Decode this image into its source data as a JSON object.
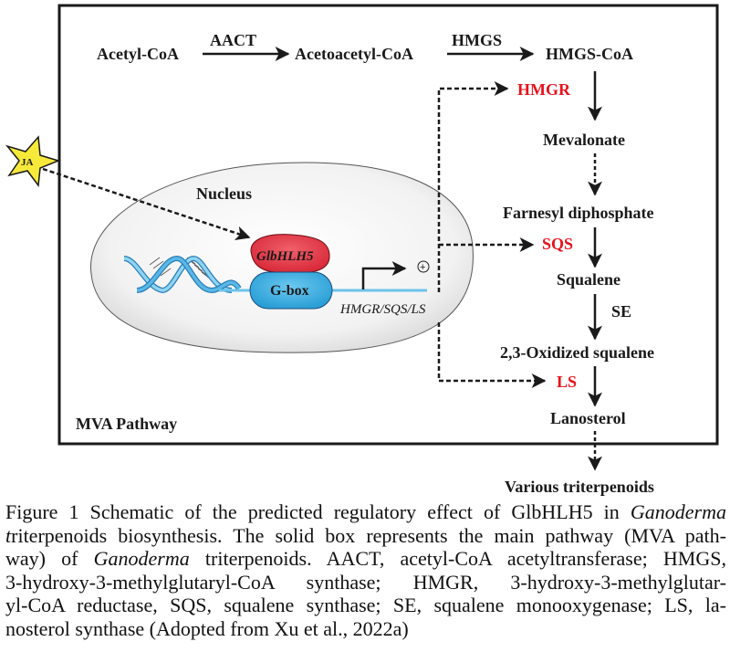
{
  "diagram": {
    "box_label": "MVA Pathway",
    "top_row": {
      "nodes": [
        "Acetyl-CoA",
        "Acetoacetyl-CoA",
        "HMGS-CoA"
      ],
      "enzymes": [
        "AACT",
        "HMGS"
      ]
    },
    "main_chain": {
      "nodes": [
        "Mevalonate",
        "Farnesyl diphosphate",
        "Squalene",
        "2,3-Oxidized squalene",
        "Lanosterol"
      ],
      "regulated_enzymes": [
        "HMGR",
        "SQS",
        "LS"
      ],
      "other_enzyme": "SE",
      "outside_node": "Various triterpenoids"
    },
    "nucleus": {
      "label": "Nucleus",
      "protein": "GlbHLH5",
      "element": "G-box",
      "genes": "HMGR/SQS/LS",
      "effect_symbol": "+"
    },
    "signal": "JA",
    "colors": {
      "regulated": "#e8121c",
      "protein": "#e8434f",
      "gbox": "#3ab0e2",
      "dna": "#6cc3ea",
      "star": "#f7e93a",
      "nucleus_fill": "#f0f0f0"
    }
  },
  "caption": {
    "lines": [
      {
        "parts": [
          {
            "t": "Figure 1 Schematic of the predicted regulatory effect of GlbHLH5 in "
          },
          {
            "t": "Ganoderma",
            "i": true
          }
        ]
      },
      {
        "parts": [
          {
            "t": "t",
            "i": true
          },
          {
            "t": "riterpenoids biosynthesis. The solid box represents the main pathway (MVA path-"
          }
        ]
      },
      {
        "parts": [
          {
            "t": "way) of "
          },
          {
            "t": "Ganoderma",
            "i": true
          },
          {
            "t": " triterpenoids. AACT, acetyl-CoA acetyltransferase; HMGS,"
          }
        ]
      },
      {
        "parts": [
          {
            "t": "3-hydroxy-3-methylglutaryl-CoA synthase; HMGR, 3-hydroxy-3-methylglutar-"
          }
        ]
      },
      {
        "parts": [
          {
            "t": "yl-CoA reductase, SQS, squalene synthase; SE, squalene monooxygenase; LS, la-"
          }
        ]
      },
      {
        "parts": [
          {
            "t": "nosterol synthase (Adopted from Xu et al., 2022a)"
          }
        ]
      }
    ]
  }
}
